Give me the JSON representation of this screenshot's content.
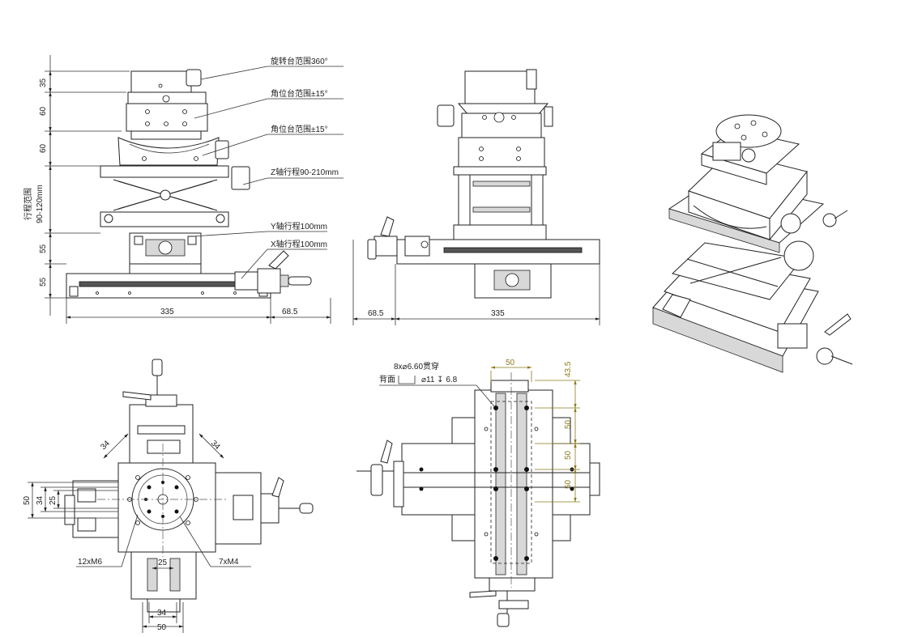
{
  "front_view": {
    "callouts": {
      "rotation_range": "旋转台范围360°",
      "goniometer_upper_range": "角位台范围±15°",
      "goniometer_lower_range": "角位台范围±15°",
      "z_travel": "Z轴行程90-210mm",
      "y_travel": "Y轴行程100mm",
      "x_travel": "X轴行程100mm"
    },
    "vertical_dims": {
      "d1": "35",
      "d2": "60",
      "d3": "60",
      "stroke_label": "行程范围",
      "stroke_value": "90-120mm",
      "d5": "55",
      "d6": "55"
    },
    "horizontal_dims": {
      "width": "335",
      "offset": "68.5"
    }
  },
  "side_view": {
    "horizontal_dims": {
      "offset": "68.5",
      "width": "335"
    }
  },
  "top_view": {
    "dims": {
      "diag_left": "34",
      "diag_right": "34",
      "v50": "50",
      "v34": "34",
      "v25": "25",
      "h25": "25",
      "h34": "34",
      "h50": "50"
    },
    "callouts": {
      "m6": "12xM6",
      "m4": "7xM4"
    }
  },
  "bottom_view": {
    "hole_note_line1": "8x⌀6.60贯穿",
    "hole_note_line2_prefix": "背面",
    "hole_note_line2_spec": "⌀11 ↧ 6.8",
    "dims": {
      "top_width": "50",
      "right_top": "43.5",
      "right_1": "50",
      "right_2": "50",
      "right_3": "50"
    }
  },
  "colors": {
    "line": "#222222",
    "dimension_olive": "#8a7a1a",
    "background": "#ffffff"
  }
}
